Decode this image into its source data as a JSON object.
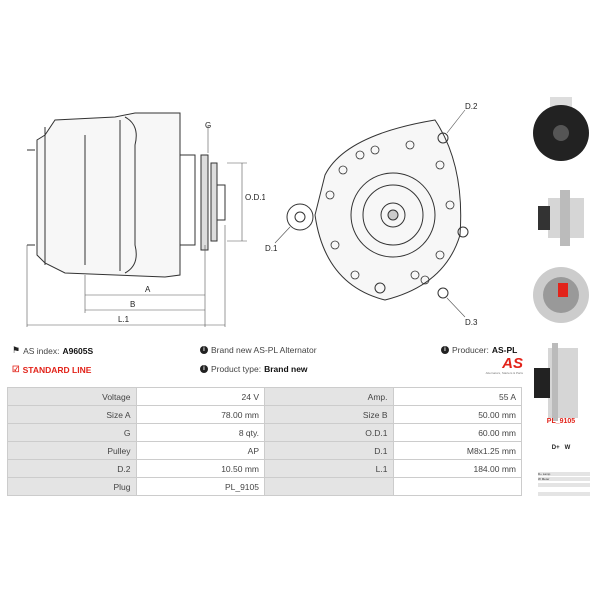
{
  "diagram_labels": {
    "g": "G",
    "od1": "O.D.1",
    "a": "A",
    "b": "B",
    "l1": "L.1",
    "d1": "D.1",
    "d2": "D.2",
    "d3": "D.3"
  },
  "info": {
    "as_index_label": "AS index:",
    "as_index_value": "A9605S",
    "description": "Brand new AS-PL Alternator",
    "producer_label": "Producer:",
    "producer_value": "AS-PL",
    "line": "STANDARD LINE",
    "product_type_label": "Product type:",
    "product_type_value": "Brand new"
  },
  "logo": {
    "text": "AS",
    "tagline": "Alternators, Starters & Parts",
    "color": "#e2231a"
  },
  "specs": [
    [
      "Voltage",
      "24 V",
      "Amp.",
      "55 A"
    ],
    [
      "Size A",
      "78.00 mm",
      "Size B",
      "50.00 mm"
    ],
    [
      "G",
      "8 qty.",
      "O.D.1",
      "60.00 mm"
    ],
    [
      "Pulley",
      "AP",
      "D.1",
      "M8x1.25 mm"
    ],
    [
      "D.2",
      "10.50 mm",
      "L.1",
      "184.00 mm"
    ],
    [
      "Plug",
      "PL_9105",
      "",
      ""
    ]
  ],
  "side": {
    "plug_label": "PL_9105",
    "terminals": "D+   W",
    "terminal_rows": [
      [
        "D+",
        "Lamp"
      ],
      [
        "W",
        "Meter"
      ]
    ]
  },
  "colors": {
    "accent": "#e2231a",
    "table_label_bg": "#e4e4e4",
    "border": "#cccccc"
  }
}
